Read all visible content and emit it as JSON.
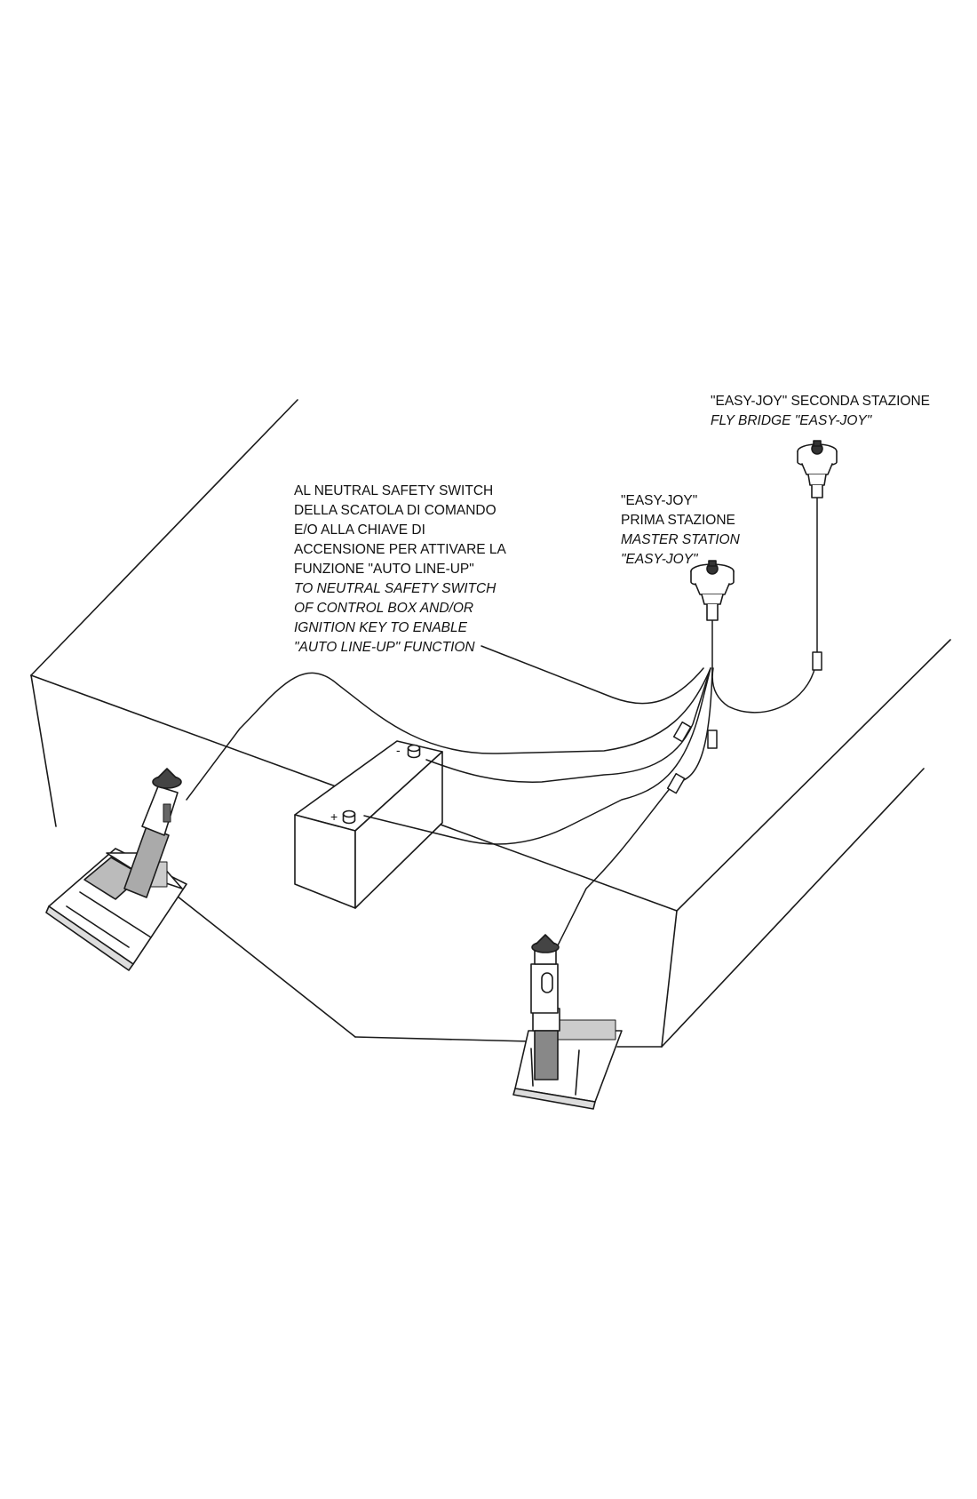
{
  "labels": {
    "second_station": {
      "it": "\"EASY-JOY\" SECONDA STAZIONE",
      "en": "FLY BRIDGE \"EASY-JOY\""
    },
    "master_station": {
      "it_1": "\"EASY-JOY\"",
      "it_2": "PRIMA STAZIONE",
      "en_1": "MASTER STATION",
      "en_2": "\"EASY-JOY\""
    },
    "neutral_switch": {
      "it_1": "AL NEUTRAL SAFETY SWITCH",
      "it_2": "DELLA SCATOLA DI COMANDO",
      "it_3": "E/O ALLA CHIAVE DI",
      "it_4": "ACCENSIONE PER ATTIVARE LA",
      "it_5": "FUNZIONE \"AUTO LINE-UP\"",
      "en_1": "TO NEUTRAL SAFETY SWITCH",
      "en_2": "OF CONTROL BOX AND/OR",
      "en_3": "IGNITION KEY TO ENABLE",
      "en_4": "\"AUTO LINE-UP\" FUNCTION"
    },
    "battery": {
      "negative": "-",
      "positive": "+"
    }
  },
  "colors": {
    "line": "#1a1a1a",
    "background": "#ffffff"
  }
}
